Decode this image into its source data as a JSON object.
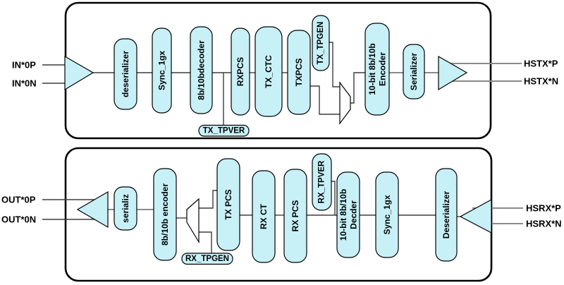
{
  "colors": {
    "block_fill": "#C8F0F7",
    "mux_fill": "#FFFFFF",
    "wire_gray": "#8A8A8A",
    "wire_dark": "#3D3D3D",
    "outline": "#000000"
  },
  "tx_panel": {
    "in_p": "IN*0P",
    "in_n": "IN*0N",
    "out_p": "HSTX*P",
    "out_n": "HSTX*N",
    "blocks": {
      "deserializer": "deserializer",
      "sync": "Sync_1gx",
      "decoder": "8b/10bdecoder",
      "rxpcs": "RXPCS",
      "tx_ctc": "TX_CTC",
      "txpcs": "TXPCS",
      "encoder_line1": "10-bit 8b/10b",
      "encoder_line2": "Encoder",
      "serializer": "Serializer"
    },
    "tags": {
      "tpver": "TX_TPVER",
      "tpgen": "TX_TPGEN"
    }
  },
  "rx_panel": {
    "out_p": "OUT*0P",
    "out_n": "OUT*0N",
    "in_p": "HSRX*P",
    "in_n": "HSRX*N",
    "blocks": {
      "serializ": "serializ",
      "encoder": "8b/10b encoder",
      "txpcs": "TX PCS",
      "rxct": "RX CT",
      "rxpcs": "RX PCS",
      "decoder_line1": "10-bit 8b/10b",
      "decoder_line2": "Decder",
      "sync": "Sync_1gx",
      "deserializer": "Deserializer"
    },
    "tags": {
      "tpgen": "RX_TPGEN",
      "tpver": "RX_TPVER"
    }
  }
}
